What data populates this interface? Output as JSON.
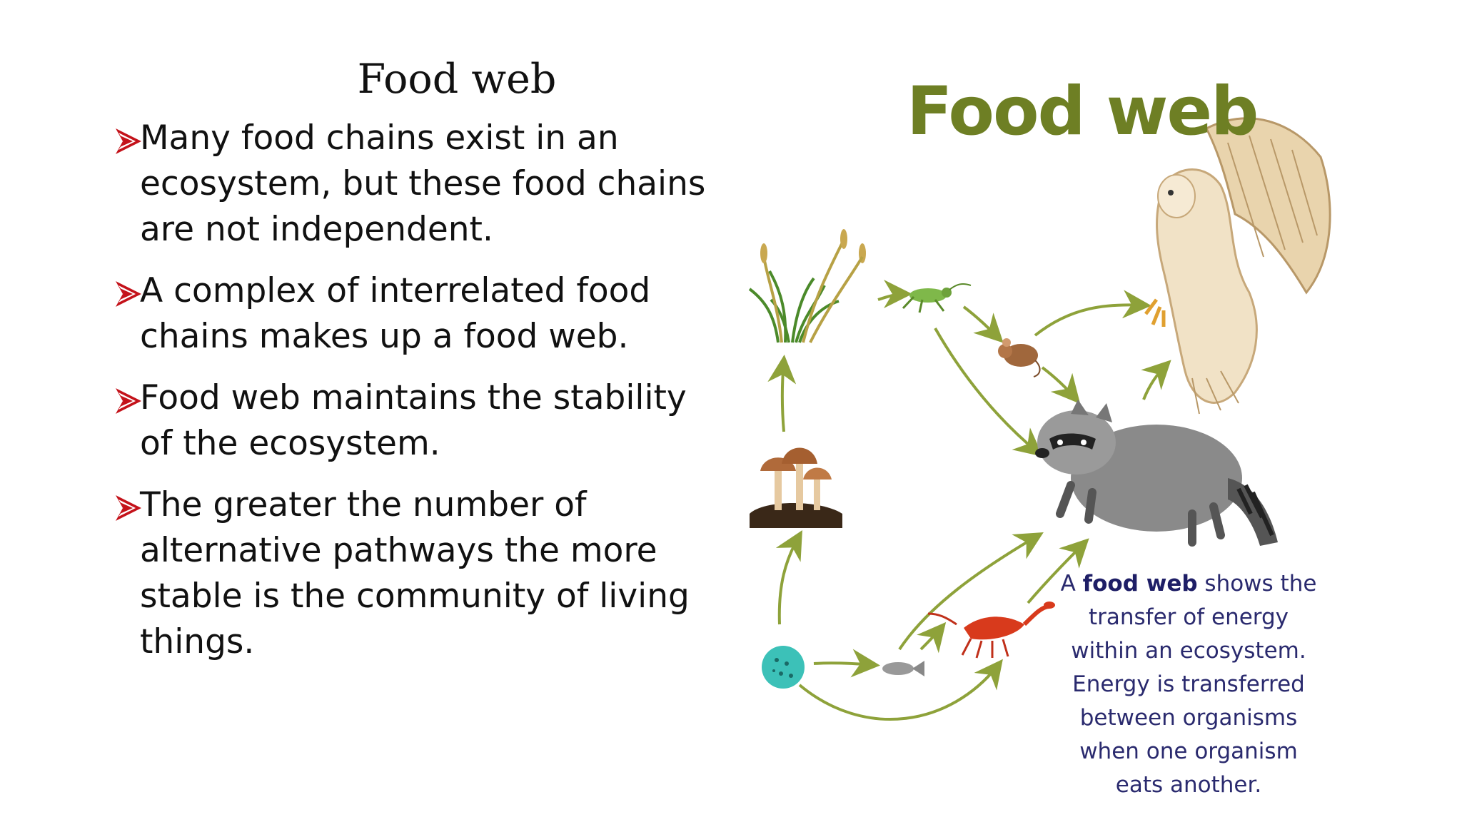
{
  "slide": {
    "title": "Food web",
    "bullets": [
      "Many food chains exist in an ecosystem, but these food chains are not independent.",
      "A complex of interrelated food chains makes up a food web.",
      "Food web maintains the stability of the ecosystem.",
      "The greater the number of alternative pathways the more stable is the community of living things."
    ],
    "bullet_marker_color": "#c4121a"
  },
  "figure": {
    "title": "Food web",
    "title_color": "#6e7f24",
    "arrow_color": "#8ea23a",
    "caption": {
      "prefix": "A ",
      "bold": "food web",
      "rest": " shows the transfer of energy within an ecosystem. Energy is transferred between organisms when one organism eats another."
    },
    "organisms": [
      {
        "name": "grass",
        "icon": "grass-icon"
      },
      {
        "name": "grasshopper",
        "icon": "grasshopper-icon"
      },
      {
        "name": "mouse",
        "icon": "mouse-icon"
      },
      {
        "name": "owl",
        "icon": "owl-icon"
      },
      {
        "name": "raccoon",
        "icon": "raccoon-icon"
      },
      {
        "name": "mushrooms",
        "icon": "mushroom-icon"
      },
      {
        "name": "algae",
        "icon": "algae-icon"
      },
      {
        "name": "fish",
        "icon": "fish-icon"
      },
      {
        "name": "crayfish",
        "icon": "crayfish-icon"
      }
    ]
  }
}
